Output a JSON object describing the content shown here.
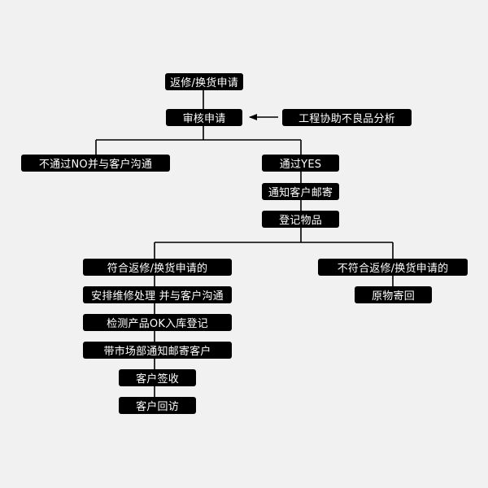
{
  "flowchart": {
    "nodes": {
      "return_request": "返修/换货申请",
      "review_request": "审核申请",
      "defect_analysis": "工程协助不良品分析",
      "not_approved": "不通过NO并与客户沟通",
      "approved": "通过YES",
      "notify_ship": "通知客户邮寄",
      "register_items": "登记物品",
      "compliant": "符合返修/换货申请的",
      "noncompliant": "不符合返修/换货申请的",
      "arrange_repair": "安排维修处理 并与客户沟通",
      "return_original": "原物寄回",
      "inspect_ok": "检测产品OK入库登记",
      "marketing_notify": "带市场部通知邮寄客户",
      "customer_sign": "客户签收",
      "customer_followup": "客户回访"
    }
  }
}
